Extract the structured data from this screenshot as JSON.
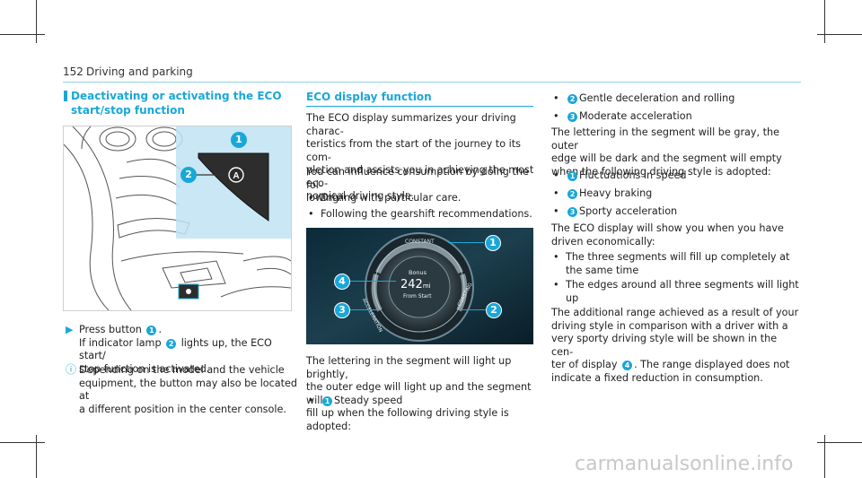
{
  "header": {
    "page_number": "152",
    "section": "Driving and parking"
  },
  "left": {
    "title": "Deactivating or activating the ECO start/stop function",
    "callouts": {
      "c1": "1",
      "c2": "2"
    },
    "step_press": "Press button",
    "step_press_num": "1",
    "step_indicator_pre": "If indicator lamp",
    "step_indicator_num": "2",
    "step_indicator_post": "lights up, the ECO start/",
    "step_indicator_cont": "stop function is activated.",
    "note_l1": "Depending on the model and the vehicle",
    "note_l2": "equipment, the button may also be located at",
    "note_l3": "a different position in the center console."
  },
  "middle": {
    "title": "ECO display function",
    "p1_l1": "The ECO display summarizes your driving charac-",
    "p1_l2": "teristics from the start of the journey to its com-",
    "p1_l3": "pletion and assists you in achieving the most eco-",
    "p1_l4": "nomical driving style.",
    "p2_l1": "You can influence consumption by doing the fol-",
    "p2_l2": "lowing:",
    "b1": "Driving with particular care.",
    "b2": "Following the gearshift recommendations.",
    "display": {
      "top": "CONSTANT",
      "bonus": "Bonus",
      "value": "242",
      "unit": "mi",
      "from": "From Start",
      "left_arc": "ACCELERATION",
      "right_arc": "COASTING"
    },
    "fig_callouts": {
      "c1": "1",
      "c2": "2",
      "c3": "3",
      "c4": "4"
    },
    "p3_l1": "The lettering in the segment will light up brightly,",
    "p3_l2": "the outer edge will light up and the segment will",
    "p3_l3": "fill up when the following driving style is adopted:",
    "b3_num": "1",
    "b3": "Steady speed"
  },
  "right": {
    "b1_num": "2",
    "b1": "Gentle deceleration and rolling",
    "b2_num": "3",
    "b2": "Moderate acceleration",
    "p1_l1": "The lettering in the segment will be gray, the outer",
    "p1_l2": "edge will be dark and the segment will empty",
    "p1_l3": "when the following driving style is adopted:",
    "b3_num": "1",
    "b3": "Fluctuations in speed",
    "b4_num": "2",
    "b4": "Heavy braking",
    "b5_num": "3",
    "b5": "Sporty acceleration",
    "p2_l1": "The ECO display will show you when you have",
    "p2_l2": "driven economically:",
    "b6_l1": "The three segments will fill up completely at",
    "b6_l2": "the same time",
    "b7_l1": "The edges around all three segments will light",
    "b7_l2": "up",
    "p3_l1": "The additional range achieved as a result of your",
    "p3_l2": "driving style in comparison with a driver with a",
    "p3_l3": "very sporty driving style will be shown in the cen-",
    "p3_l4_pre": "ter of display",
    "p3_l4_num": "4",
    "p3_l4_post": ". The range displayed does not",
    "p3_l5": "indicate a fixed reduction in consumption."
  },
  "watermark": "carmanualsonline.info"
}
